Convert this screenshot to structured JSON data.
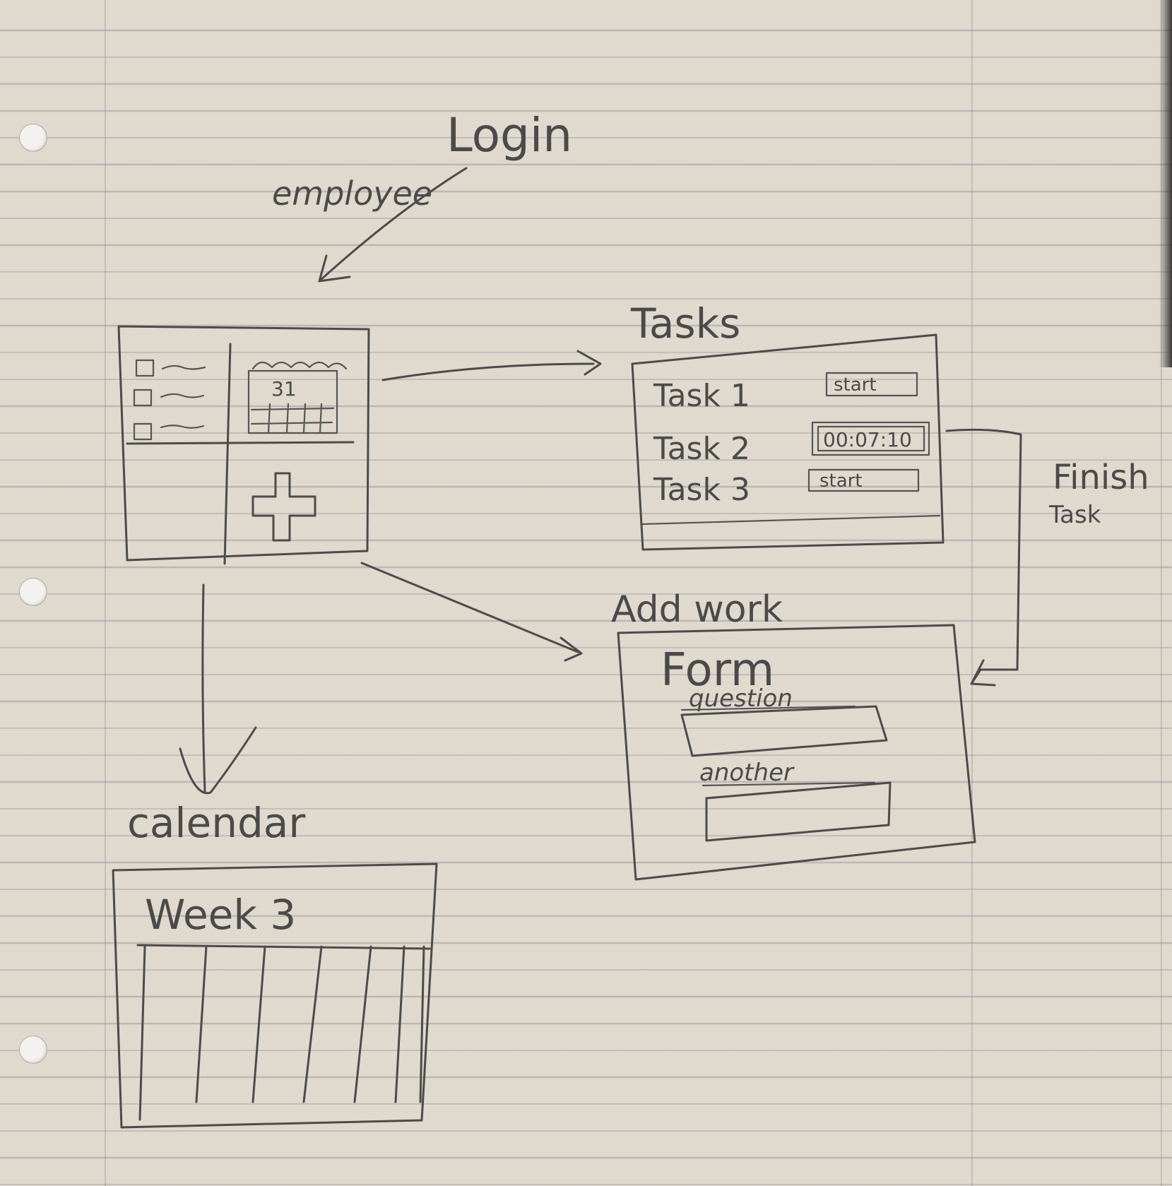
{
  "title": "Login",
  "edge_label": "employee",
  "screens": {
    "tasks": {
      "title": "Tasks",
      "items": [
        {
          "label": "Task 1",
          "action": "start"
        },
        {
          "label": "Task 2",
          "action": "00:07:10"
        },
        {
          "label": "Task 3",
          "action": "start"
        }
      ]
    },
    "add_work": {
      "title": "Add work",
      "form_title": "Form",
      "fields": [
        {
          "label": "question"
        },
        {
          "label": "another"
        }
      ]
    },
    "calendar": {
      "title": "calendar",
      "header": "Week 3",
      "dashboard_date": "31"
    }
  },
  "finish_label": [
    "Finish",
    "Task"
  ],
  "ink_color": "#4c4b4b",
  "paper_color": "#dfd9ce"
}
